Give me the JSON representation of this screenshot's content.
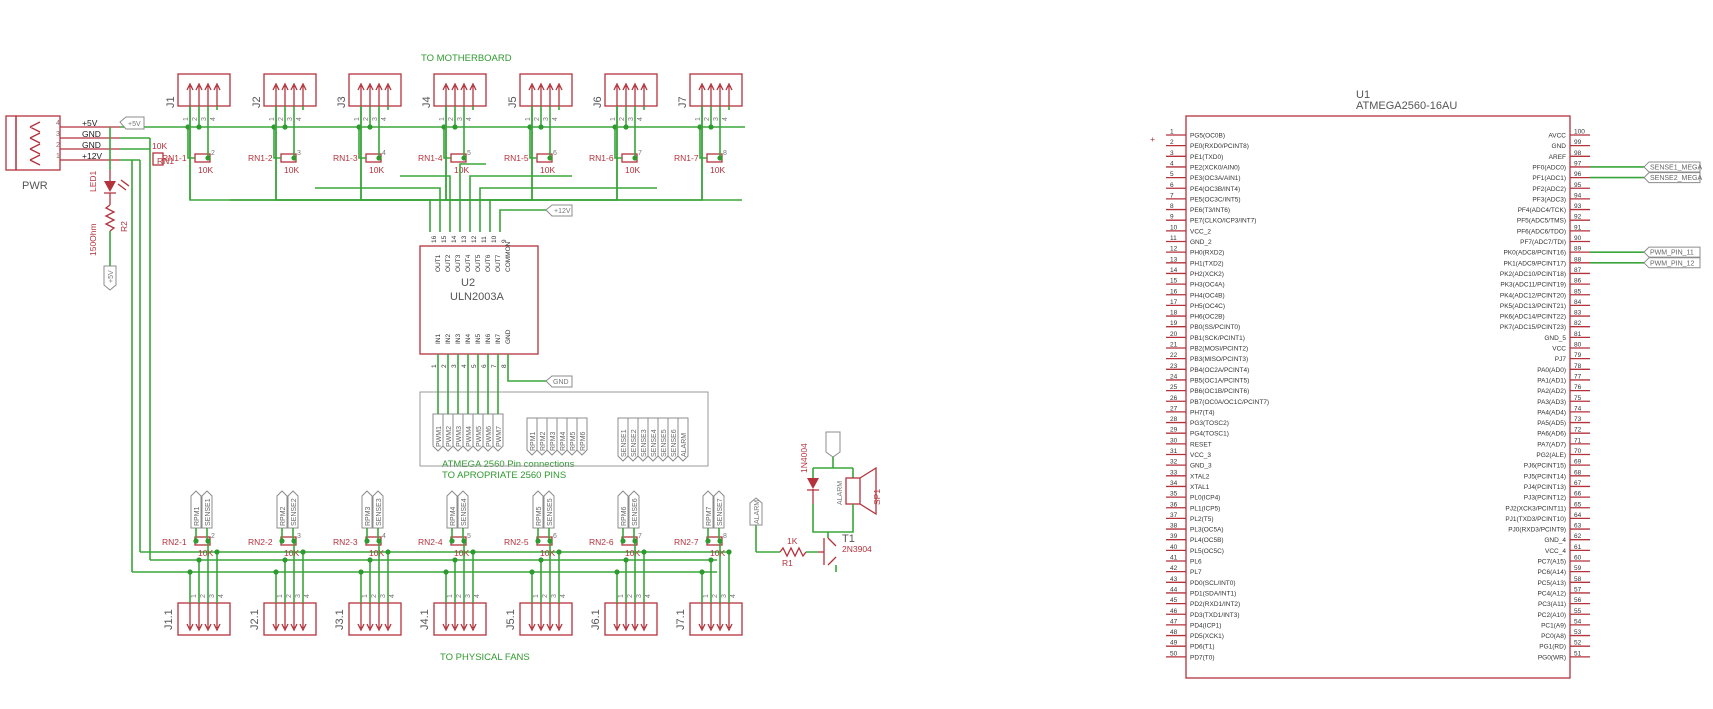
{
  "notes": {
    "to_motherboard": "TO MOTHERBOARD",
    "to_physical_fans": "TO PHYSICAL FANS",
    "atmega_connections_1": "ATMEGA 2560 Pin connections",
    "atmega_connections_2": "TO APROPRIATE 2560 PINS"
  },
  "power_connector": {
    "ref": "PWR",
    "pins": [
      "4",
      "3",
      "2",
      "1"
    ],
    "nets": [
      "+5V",
      "GND",
      "GND",
      "+12V"
    ]
  },
  "supply_labels": {
    "p5v_top": "+5V",
    "p12v": "+12V",
    "gnd": "GND",
    "p5v_beeper": "+5V",
    "p5v_led": "+5V"
  },
  "led": {
    "ref": "LED1",
    "r_ref": "R2",
    "r_value": "150Ohm"
  },
  "connectors_top": [
    "J1",
    "J2",
    "J3",
    "J4",
    "J5",
    "J6",
    "J7"
  ],
  "connectors_bottom": [
    "J1.1",
    "J2.1",
    "J3.1",
    "J4.1",
    "J5.1",
    "J6.1",
    "J7.1"
  ],
  "connector_pins": [
    "1",
    "2",
    "3",
    "4"
  ],
  "rn1": {
    "refs": [
      "RN1-1",
      "RN1-2",
      "RN1-3",
      "RN1-4",
      "RN1-5",
      "RN1-6",
      "RN1-7"
    ],
    "pins": [
      "2",
      "3",
      "4",
      "5",
      "6",
      "7",
      "8"
    ],
    "value": "10K",
    "common_ref": "RN1",
    "common_value": "10K"
  },
  "rn2": {
    "refs": [
      "RN2-1",
      "RN2-2",
      "RN2-3",
      "RN2-4",
      "RN2-5",
      "RN2-6",
      "RN2-7"
    ],
    "pins": [
      "2",
      "3",
      "4",
      "5",
      "6",
      "7",
      "8"
    ],
    "value": "10K"
  },
  "uln": {
    "ref": "U2",
    "part": "ULN2003A",
    "out_pins": [
      "16",
      "15",
      "14",
      "13",
      "12",
      "11",
      "10",
      "9"
    ],
    "out_names": [
      "OUT1",
      "OUT2",
      "OUT3",
      "OUT4",
      "OUT5",
      "OUT6",
      "OUT7",
      "COMMON"
    ],
    "in_pins": [
      "1",
      "2",
      "3",
      "4",
      "5",
      "6",
      "7",
      "8"
    ],
    "in_names": [
      "IN1",
      "IN2",
      "IN3",
      "IN4",
      "IN5",
      "IN6",
      "IN7",
      "GND"
    ]
  },
  "pin_labels": {
    "pwm_group": [
      "PWM1",
      "PWM2",
      "PWM3",
      "PWM4",
      "PWM5",
      "PWM6",
      "PWM7"
    ],
    "rpm_group": [
      "RPM1",
      "RPM2",
      "RPM3",
      "RPM4",
      "RPM5",
      "RPM6"
    ],
    "sense_group": [
      "SENSE1",
      "SENSE2",
      "SENSE3",
      "SENSE4",
      "SENSE5",
      "SENSE6",
      "ALARM"
    ],
    "fan_tach": [
      "RPM1",
      "RPM2",
      "RPM3",
      "RPM4",
      "RPM5",
      "RPM6",
      "RPM7"
    ],
    "fan_sense": [
      "SENSE1",
      "SENSE2",
      "SENSE3",
      "SENSE4",
      "SENSE5",
      "SENSE6",
      "SENSE7"
    ]
  },
  "beeper": {
    "diode_ref": "1N4004",
    "speaker_ref": "SP1",
    "alarm_label": "ALARM",
    "transistor_ref": "T1",
    "transistor_part": "2N3904",
    "resistor_ref": "R1",
    "resistor_value": "1K"
  },
  "mcu": {
    "ref": "U1",
    "part": "ATMEGA2560-16AU",
    "left_pins": [
      [
        "1",
        "PG5(OC0B)"
      ],
      [
        "2",
        "PE0(RXD0/PCINT8)"
      ],
      [
        "3",
        "PE1(TXD0)"
      ],
      [
        "4",
        "PE2(XCK0/AIN0)"
      ],
      [
        "5",
        "PE3(OC3A/AIN1)"
      ],
      [
        "6",
        "PE4(OC3B/INT4)"
      ],
      [
        "7",
        "PE5(OC3C/INT5)"
      ],
      [
        "8",
        "PE6(T3/INT6)"
      ],
      [
        "9",
        "PE7(CLKO/ICP3/INT7)"
      ],
      [
        "10",
        "VCC_2"
      ],
      [
        "11",
        "GND_2"
      ],
      [
        "12",
        "PH0(RXD2)"
      ],
      [
        "13",
        "PH1(TXD2)"
      ],
      [
        "14",
        "PH2(XCK2)"
      ],
      [
        "15",
        "PH3(OC4A)"
      ],
      [
        "16",
        "PH4(OC4B)"
      ],
      [
        "17",
        "PH5(OC4C)"
      ],
      [
        "18",
        "PH6(OC2B)"
      ],
      [
        "19",
        "PB0(SS/PCINT0)"
      ],
      [
        "20",
        "PB1(SCK/PCINT1)"
      ],
      [
        "21",
        "PB2(MOSI/PCINT2)"
      ],
      [
        "22",
        "PB3(MISO/PCINT3)"
      ],
      [
        "23",
        "PB4(OC2A/PCINT4)"
      ],
      [
        "24",
        "PB5(OC1A/PCINT5)"
      ],
      [
        "25",
        "PB6(OC1B/PCINT6)"
      ],
      [
        "26",
        "PB7(OC0A/OC1C/PCINT7)"
      ],
      [
        "27",
        "PH7(T4)"
      ],
      [
        "28",
        "PG3(TOSC2)"
      ],
      [
        "29",
        "PG4(TOSC1)"
      ],
      [
        "30",
        "RESET"
      ],
      [
        "31",
        "VCC_3"
      ],
      [
        "32",
        "GND_3"
      ],
      [
        "33",
        "XTAL2"
      ],
      [
        "34",
        "XTAL1"
      ],
      [
        "35",
        "PL0(ICP4)"
      ],
      [
        "36",
        "PL1(ICP5)"
      ],
      [
        "37",
        "PL2(T5)"
      ],
      [
        "38",
        "PL3(OC5A)"
      ],
      [
        "39",
        "PL4(OC5B)"
      ],
      [
        "40",
        "PL5(OC5C)"
      ],
      [
        "41",
        "PL6"
      ],
      [
        "42",
        "PL7"
      ],
      [
        "43",
        "PD0(SCL/INT0)"
      ],
      [
        "44",
        "PD1(SDA/INT1)"
      ],
      [
        "45",
        "PD2(RXD1/INT2)"
      ],
      [
        "46",
        "PD3(TXD1/INT3)"
      ],
      [
        "47",
        "PD4(ICP1)"
      ],
      [
        "48",
        "PD5(XCK1)"
      ],
      [
        "49",
        "PD6(T1)"
      ],
      [
        "50",
        "PD7(T0)"
      ]
    ],
    "right_pins": [
      [
        "100",
        "AVCC"
      ],
      [
        "99",
        "GND"
      ],
      [
        "98",
        "AREF"
      ],
      [
        "97",
        "PF0(ADC0)"
      ],
      [
        "96",
        "PF1(ADC1)"
      ],
      [
        "95",
        "PF2(ADC2)"
      ],
      [
        "94",
        "PF3(ADC3)"
      ],
      [
        "93",
        "PF4(ADC4/TCK)"
      ],
      [
        "92",
        "PF5(ADC5/TMS)"
      ],
      [
        "91",
        "PF6(ADC6/TDO)"
      ],
      [
        "90",
        "PF7(ADC7/TDI)"
      ],
      [
        "89",
        "PK0(ADC8/PCINT16)"
      ],
      [
        "88",
        "PK1(ADC9/PCINT17)"
      ],
      [
        "87",
        "PK2(ADC10/PCINT18)"
      ],
      [
        "86",
        "PK3(ADC11/PCINT19)"
      ],
      [
        "85",
        "PK4(ADC12/PCINT20)"
      ],
      [
        "84",
        "PK5(ADC13/PCINT21)"
      ],
      [
        "83",
        "PK6(ADC14/PCINT22)"
      ],
      [
        "82",
        "PK7(ADC15/PCINT23)"
      ],
      [
        "81",
        "GND_5"
      ],
      [
        "80",
        "VCC"
      ],
      [
        "79",
        "PJ7"
      ],
      [
        "78",
        "PA0(AD0)"
      ],
      [
        "77",
        "PA1(AD1)"
      ],
      [
        "76",
        "PA2(AD2)"
      ],
      [
        "75",
        "PA3(AD3)"
      ],
      [
        "74",
        "PA4(AD4)"
      ],
      [
        "73",
        "PA5(AD5)"
      ],
      [
        "72",
        "PA6(AD6)"
      ],
      [
        "71",
        "PA7(AD7)"
      ],
      [
        "70",
        "PG2(ALE)"
      ],
      [
        "69",
        "PJ6(PCINT15)"
      ],
      [
        "68",
        "PJ5(PCINT14)"
      ],
      [
        "67",
        "PJ4(PCINT13)"
      ],
      [
        "66",
        "PJ3(PCINT12)"
      ],
      [
        "65",
        "PJ2(XCK3/PCINT11)"
      ],
      [
        "64",
        "PJ1(TXD3/PCINT10)"
      ],
      [
        "63",
        "PJ0(RXD3/PCINT9)"
      ],
      [
        "62",
        "GND_4"
      ],
      [
        "61",
        "VCC_4"
      ],
      [
        "60",
        "PC7(A15)"
      ],
      [
        "59",
        "PC6(A14)"
      ],
      [
        "58",
        "PC5(A13)"
      ],
      [
        "57",
        "PC4(A12)"
      ],
      [
        "56",
        "PC3(A11)"
      ],
      [
        "55",
        "PC2(A10)"
      ],
      [
        "54",
        "PC1(A9)"
      ],
      [
        "53",
        "PC0(A8)"
      ],
      [
        "52",
        "PG1(RD)"
      ],
      [
        "51",
        "PG0(WR)"
      ]
    ],
    "net_labels": [
      "SENSE1_MEGA",
      "SENSE2_MEGA",
      "PWM_PIN_11",
      "PWM_PIN_12"
    ]
  }
}
